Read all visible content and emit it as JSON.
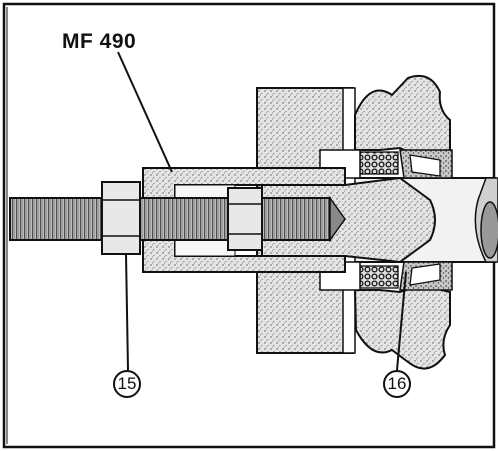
{
  "diagram": {
    "tool_label": "MF 490",
    "callouts": [
      {
        "id": "15",
        "label": "15"
      },
      {
        "id": "16",
        "label": "16"
      }
    ]
  }
}
